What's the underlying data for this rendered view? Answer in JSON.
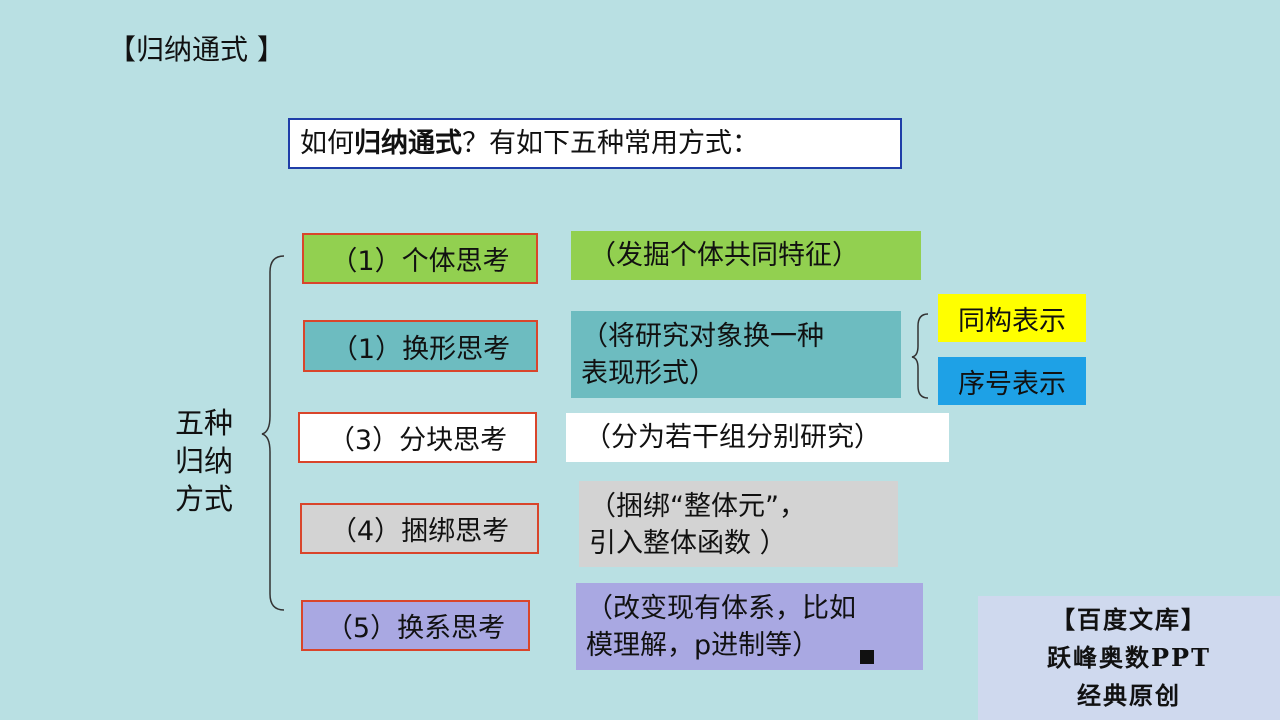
{
  "slide_title": "【归纳通式 】",
  "question": {
    "prefix": "如何",
    "bold": "归纳通式",
    "suffix": "？有如下五种常用方式："
  },
  "side_label": [
    "五种",
    "归纳",
    "方式"
  ],
  "methods": [
    {
      "label": "（1）个体思考",
      "desc": [
        "（发掘个体共同特征）"
      ]
    },
    {
      "label": "（1）换形思考",
      "desc": [
        "（将研究对象换一种",
        "表现形式）"
      ]
    },
    {
      "label": "（3）分块思考",
      "desc": [
        "（分为若干组分别研究）"
      ]
    },
    {
      "label": "（4）捆绑思考",
      "desc": [
        "（捆绑“整体元”，",
        "引入整体函数 ）"
      ]
    },
    {
      "label": "（5）换系思考",
      "desc": [
        "（改变现有体系，比如",
        "模理解，p进制等）"
      ]
    }
  ],
  "sub_tags": [
    "同构表示",
    "序号表示"
  ],
  "credit": [
    "【百度文库】",
    "跃峰奥数PPT",
    "经典原创"
  ],
  "colors": {
    "background": "#b9e0e3",
    "green": "#92d050",
    "teal": "#6dbcc0",
    "white": "#ffffff",
    "gray": "#d3d3d3",
    "lavender": "#a9a8e2",
    "yellow": "#ffff00",
    "blue": "#1ea1e6",
    "border_red": "#d9452b",
    "border_blue": "#1f3ea8"
  }
}
